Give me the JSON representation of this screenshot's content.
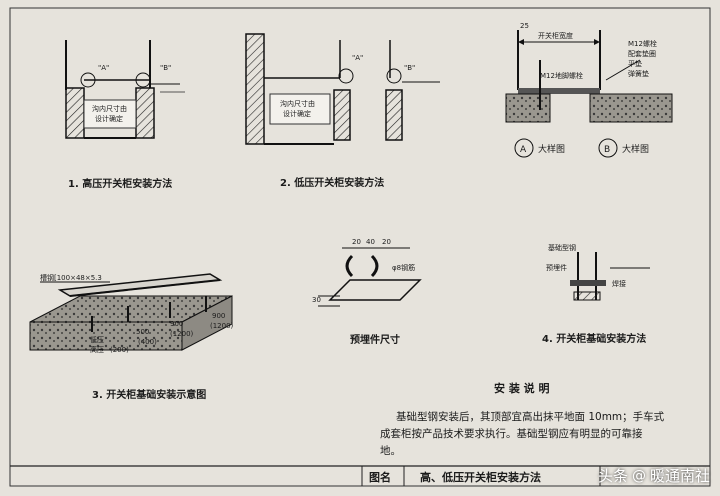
{
  "diagrams": {
    "fig1": {
      "caption": "1. 高压开关柜安装方法",
      "note_line1": "沟内尺寸由",
      "note_line2": "设计确定",
      "label_a": "\"A\"",
      "label_b": "\"B\""
    },
    "fig2": {
      "caption": "2. 低压开关柜安装方法",
      "note_line1": "沟内尺寸由",
      "note_line2": "设计确定",
      "label_a": "\"A\"",
      "label_b": "\"B\""
    },
    "fig3": {
      "caption": "3. 开关柜基础安装示意图",
      "channel_label": "槽钢[100×48×5.3",
      "low_label": "低压",
      "high_label": "高压",
      "dims": [
        "500",
        "900",
        "(200)",
        "(400)",
        "(1200)",
        "900",
        "(1200)"
      ]
    },
    "fig4": {
      "caption": "4. 开关柜基础安装方法",
      "width_label": "开关柜宽度",
      "dim_25": "25",
      "m12_bolt": "M12螺栓",
      "flat_washer": "配套垫圈",
      "flat_gasket": "平垫",
      "spring_washer": "弹簧垫",
      "m12_anchor": "M12地脚螺栓",
      "detail_a_letter": "A",
      "detail_a_text": "大样图",
      "detail_b_letter": "B",
      "detail_b_text": "大样图",
      "base_steel": "基础型钢",
      "embedded": "预埋件",
      "weld": "焊接"
    },
    "fig5": {
      "caption": "预埋件尺寸",
      "dim1": "20",
      "dim2": "40",
      "dim3": "20",
      "rebar": "φ8钢筋",
      "dim_side": "30"
    }
  },
  "notes": {
    "title": "安 装 说 明",
    "line1": "基础型钢安装后，其顶部宜高出抹平地面 10mm；手车式",
    "line2": "成套柜按产品技术要求执行。基础型钢应有明显的可靠接",
    "line3": "地。"
  },
  "title_block": {
    "drawing_name_label": "图名",
    "drawing_name": "高、低压开关柜安装方法"
  },
  "watermark": {
    "prefix": "头条",
    "at": "@",
    "name": "暖通南社"
  }
}
